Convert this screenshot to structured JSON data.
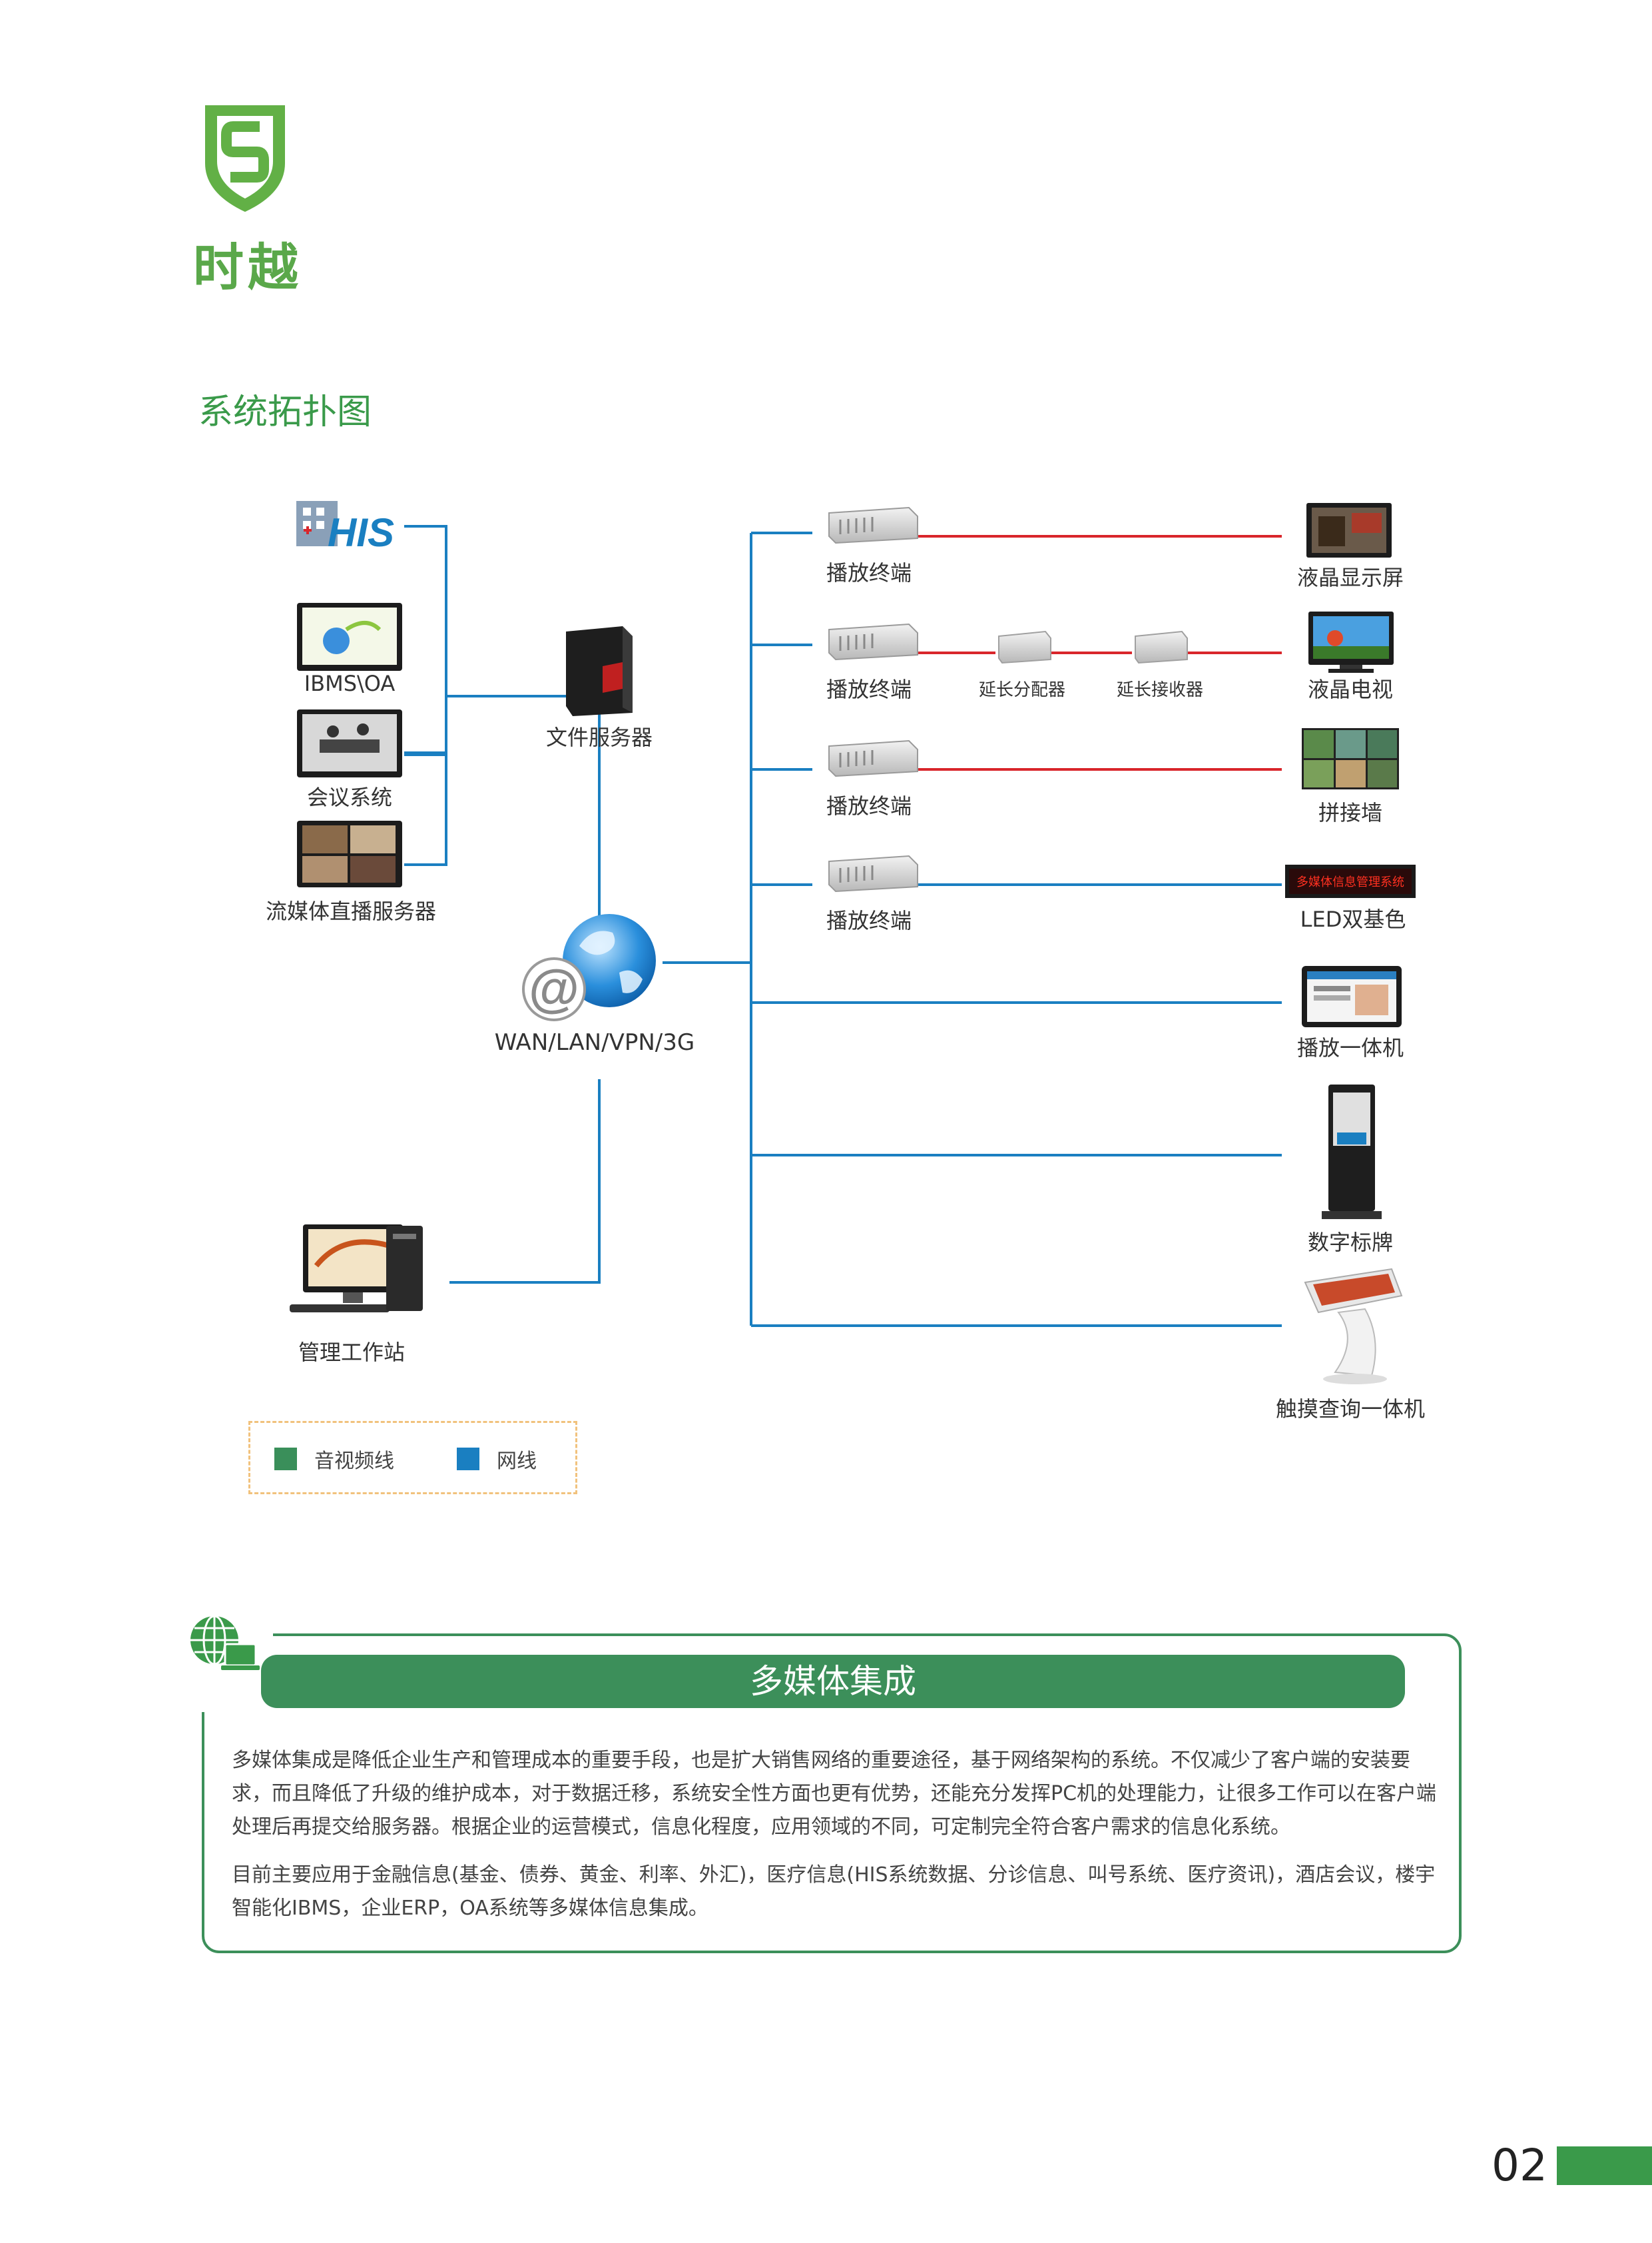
{
  "brand": {
    "name": "时越",
    "color": "#5aa84a"
  },
  "section_title": "系统拓扑图",
  "diagram": {
    "nodes": {
      "his": "HIS",
      "ibms": "IBMS\\OA",
      "meeting": "会议系统",
      "streaming": "流媒体直播服务器",
      "file_server": "文件服务器",
      "network": "WAN/LAN/VPN/3G",
      "workstation": "管理工作站",
      "player1": "播放终端",
      "player2": "播放终端",
      "player3": "播放终端",
      "player4": "播放终端",
      "splitter": "延长分配器",
      "receiver": "延长接收器",
      "lcd_screen": "液晶显示屏",
      "lcd_tv": "液晶电视",
      "video_wall": "拼接墙",
      "led": "LED双基色",
      "led_text": "多媒体信息管理系统",
      "all_in_one": "播放一体机",
      "signage": "数字标牌",
      "kiosk": "触摸查询一体机"
    },
    "link_colors": {
      "network": "#1a7fc1",
      "av": "#d9262b"
    }
  },
  "legend": {
    "items": [
      {
        "label": "音视频线",
        "color": "#3a8f5a"
      },
      {
        "label": "网线",
        "color": "#1a7fc1"
      }
    ]
  },
  "info": {
    "title": "多媒体集成",
    "paragraphs": [
      "多媒体集成是降低企业生产和管理成本的重要手段，也是扩大销售网络的重要途径，基于网络架构的系统。不仅减少了客户端的安装要求，而且降低了升级的维护成本，对于数据迁移，系统安全性方面也更有优势，还能充分发挥PC机的处理能力，让很多工作可以在客户端处理后再提交给服务器。根据企业的运营模式，信息化程度，应用领域的不同，可定制完全符合客户需求的信息化系统。",
      "目前主要应用于金融信息(基金、债券、黄金、利率、外汇)，医疗信息(HIS系统数据、分诊信息、叫号系统、医疗资讯)，酒店会议，楼宇智能化IBMS，企业ERP，OA系统等多媒体信息集成。"
    ]
  },
  "page_number": "02"
}
